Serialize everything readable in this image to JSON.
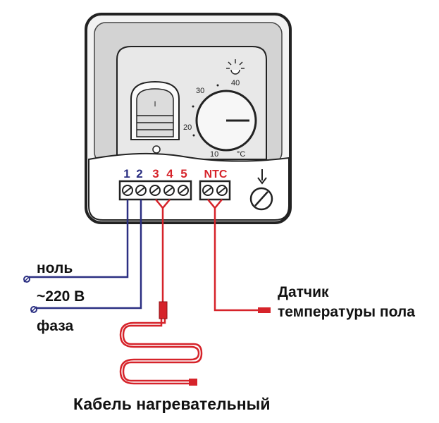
{
  "thermostat": {
    "scale": {
      "t10": "10",
      "t20": "20",
      "t30": "30",
      "t40": "40",
      "unit": "°C"
    },
    "switch_mark": "I",
    "terminals": {
      "t1": "1",
      "t2": "2",
      "t3": "3",
      "t4": "4",
      "t5": "5",
      "ntc": "NTC"
    }
  },
  "labels": {
    "neutral": "ноль",
    "voltage": "~220 В",
    "phase": "фаза",
    "sensor_line1": "Датчик",
    "sensor_line2": "температуры пола",
    "cable": "Кабель нагревательный"
  },
  "colors": {
    "outline": "#222222",
    "power_wire": "#2b2f82",
    "heating_wire": "#d6232a",
    "body": "#e6e6e6",
    "panel": "#cfcfcf"
  }
}
